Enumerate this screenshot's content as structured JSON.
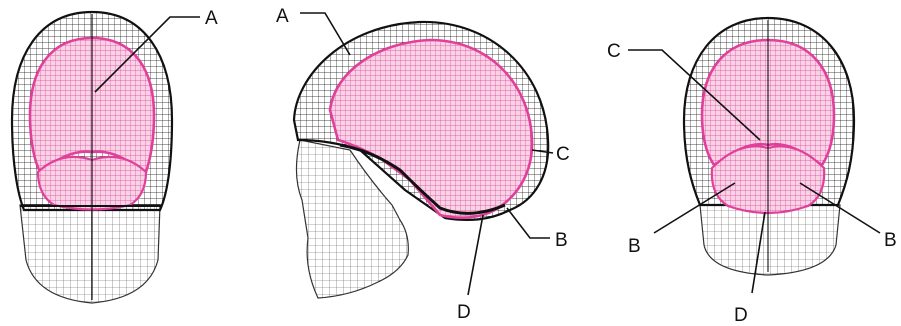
{
  "figure": {
    "views": [
      {
        "view": "front",
        "callouts": [
          "A"
        ]
      },
      {
        "view": "lateral",
        "callouts": [
          "A",
          "C",
          "B",
          "D"
        ]
      },
      {
        "view": "posterior",
        "callouts": [
          "C",
          "B",
          "B",
          "D"
        ]
      }
    ],
    "labels": {
      "front_A": "A",
      "side_A": "A",
      "side_C": "C",
      "side_B": "B",
      "side_D": "D",
      "back_C": "C",
      "back_B_left": "B",
      "back_B_right": "B",
      "back_D": "D"
    },
    "colors": {
      "skull_mesh": "#111111",
      "cavity_mesh": "#e0409a",
      "cavity_fill": "#f6c6de",
      "lower_mesh": "#555555",
      "background": "#ffffff"
    }
  }
}
